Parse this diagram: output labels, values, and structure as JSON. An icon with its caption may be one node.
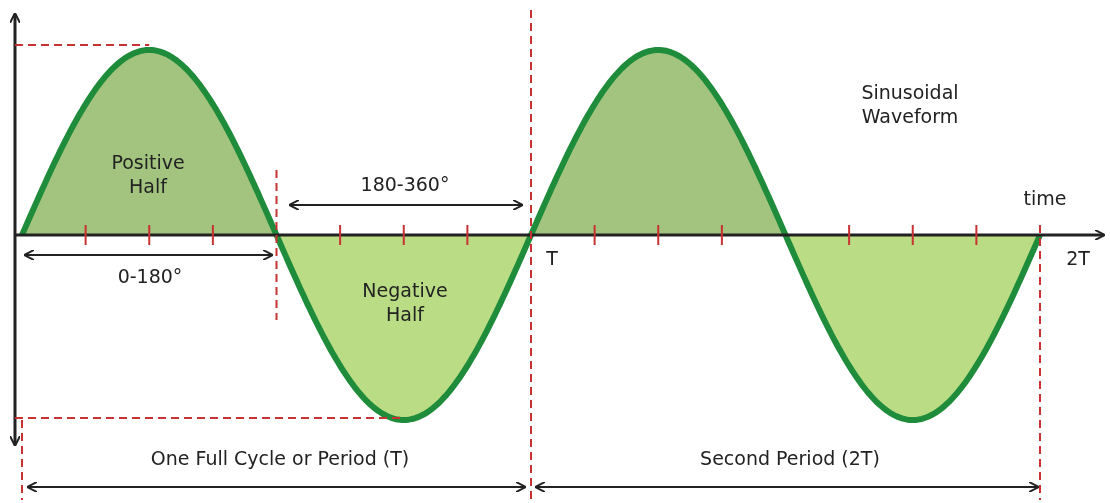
{
  "diagram": {
    "labels": [
      "Sinusoidal Waveform",
      "Positive Half",
      "180-360°",
      "time",
      "0-180°",
      "T",
      "2T",
      "Negative Half",
      "One Full Cycle or Period (T)",
      "Second Period (2T)"
    ]
  }
}
